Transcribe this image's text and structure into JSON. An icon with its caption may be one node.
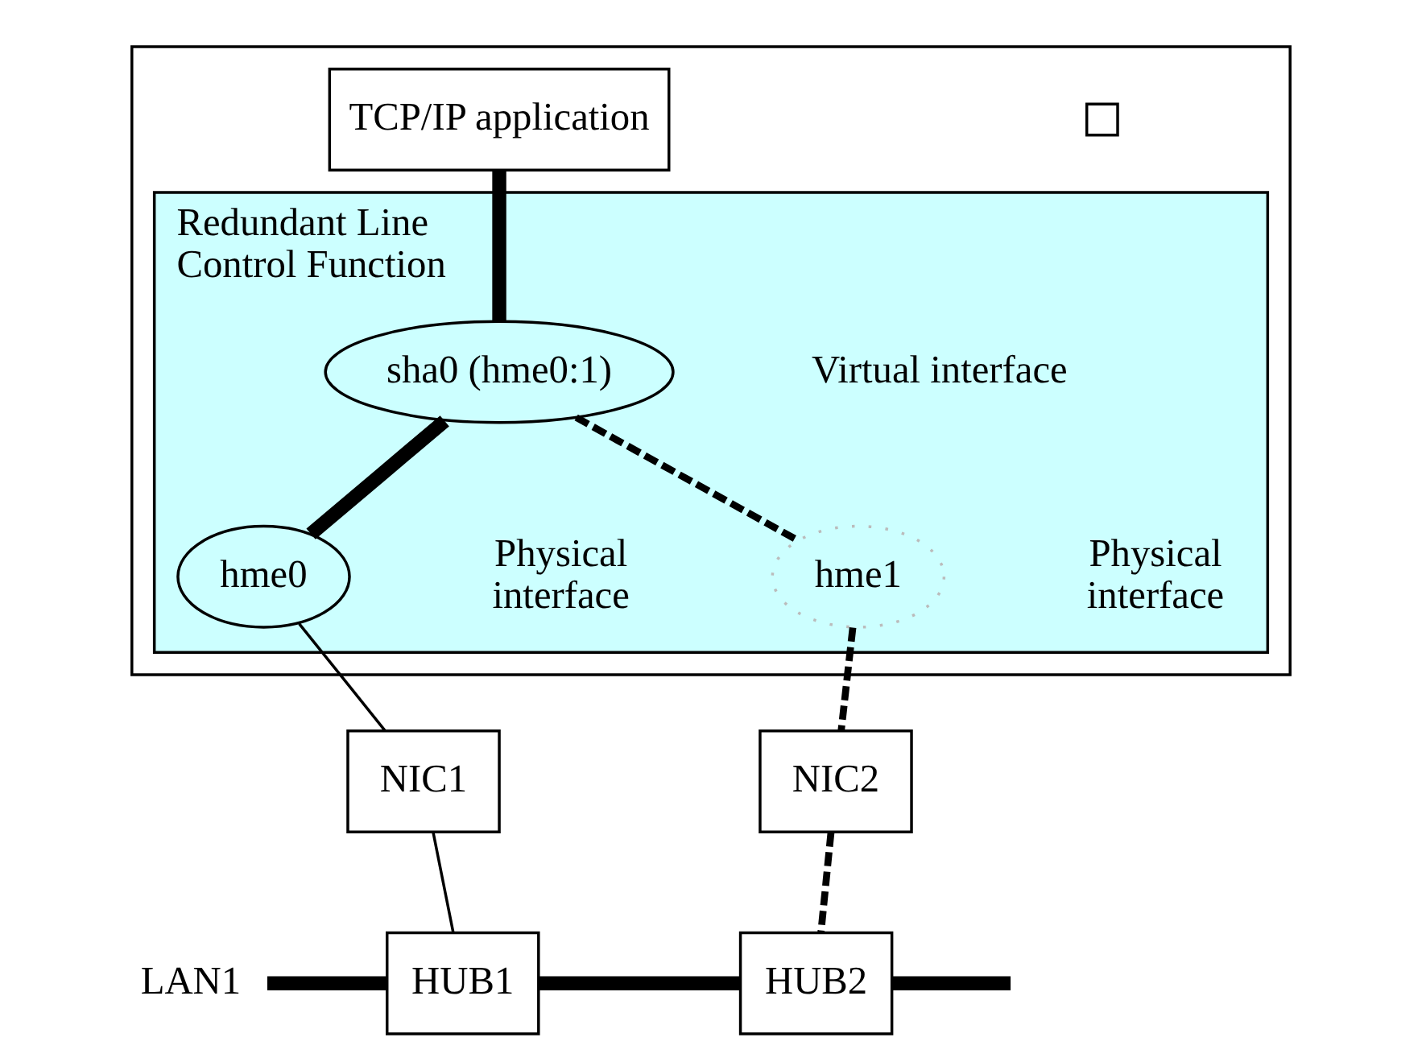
{
  "diagram": {
    "nodes": [
      {
        "text": [],
        "shape": "box"
      },
      {
        "text": [],
        "shape": "box",
        "in": 0
      },
      {
        "text": [
          "TCP/IP application"
        ],
        "in": 0
      },
      {
        "text": [
          "Redundant Line Control Function"
        ],
        "in": 0
      },
      {
        "text": [
          "sha0 (hme0:1)"
        ],
        "in": 3,
        "beside": [
          "Virtual interface"
        ]
      },
      {
        "text": [
          "hme0"
        ],
        "in": 3,
        "beside": [
          "Physical interface"
        ]
      },
      {
        "text": [
          "hme1"
        ],
        "in": 3,
        "beside": [
          "Physical interface"
        ]
      },
      {
        "text": [
          "NIC1"
        ]
      },
      {
        "text": [
          "NIC2"
        ]
      },
      {
        "text": [
          "HUB1"
        ]
      },
      {
        "text": [
          "HUB2"
        ]
      },
      {
        "text": [
          "LAN1"
        ]
      }
    ],
    "edges": [
      {
        "from": 2,
        "to": 4,
        "arrow": "none",
        "style": "thick"
      },
      {
        "from": 4,
        "to": 5,
        "arrow": "none",
        "style": "thick"
      },
      {
        "from": 4,
        "to": 6,
        "arrow": "none",
        "style": "dashed"
      },
      {
        "from": 5,
        "to": 7,
        "arrow": "none"
      },
      {
        "from": 6,
        "to": 8,
        "arrow": "none",
        "style": "dashed"
      },
      {
        "from": 7,
        "to": 9,
        "arrow": "none"
      },
      {
        "from": 8,
        "to": 10,
        "arrow": "none",
        "style": "dashed"
      },
      {
        "from": 11,
        "to": 9,
        "arrow": "none",
        "style": "thick"
      },
      {
        "from": 9,
        "to": 10,
        "arrow": "none",
        "style": "thick"
      },
      {
        "from": 10,
        "to": null,
        "arrow": "none",
        "style": "thick"
      }
    ]
  }
}
